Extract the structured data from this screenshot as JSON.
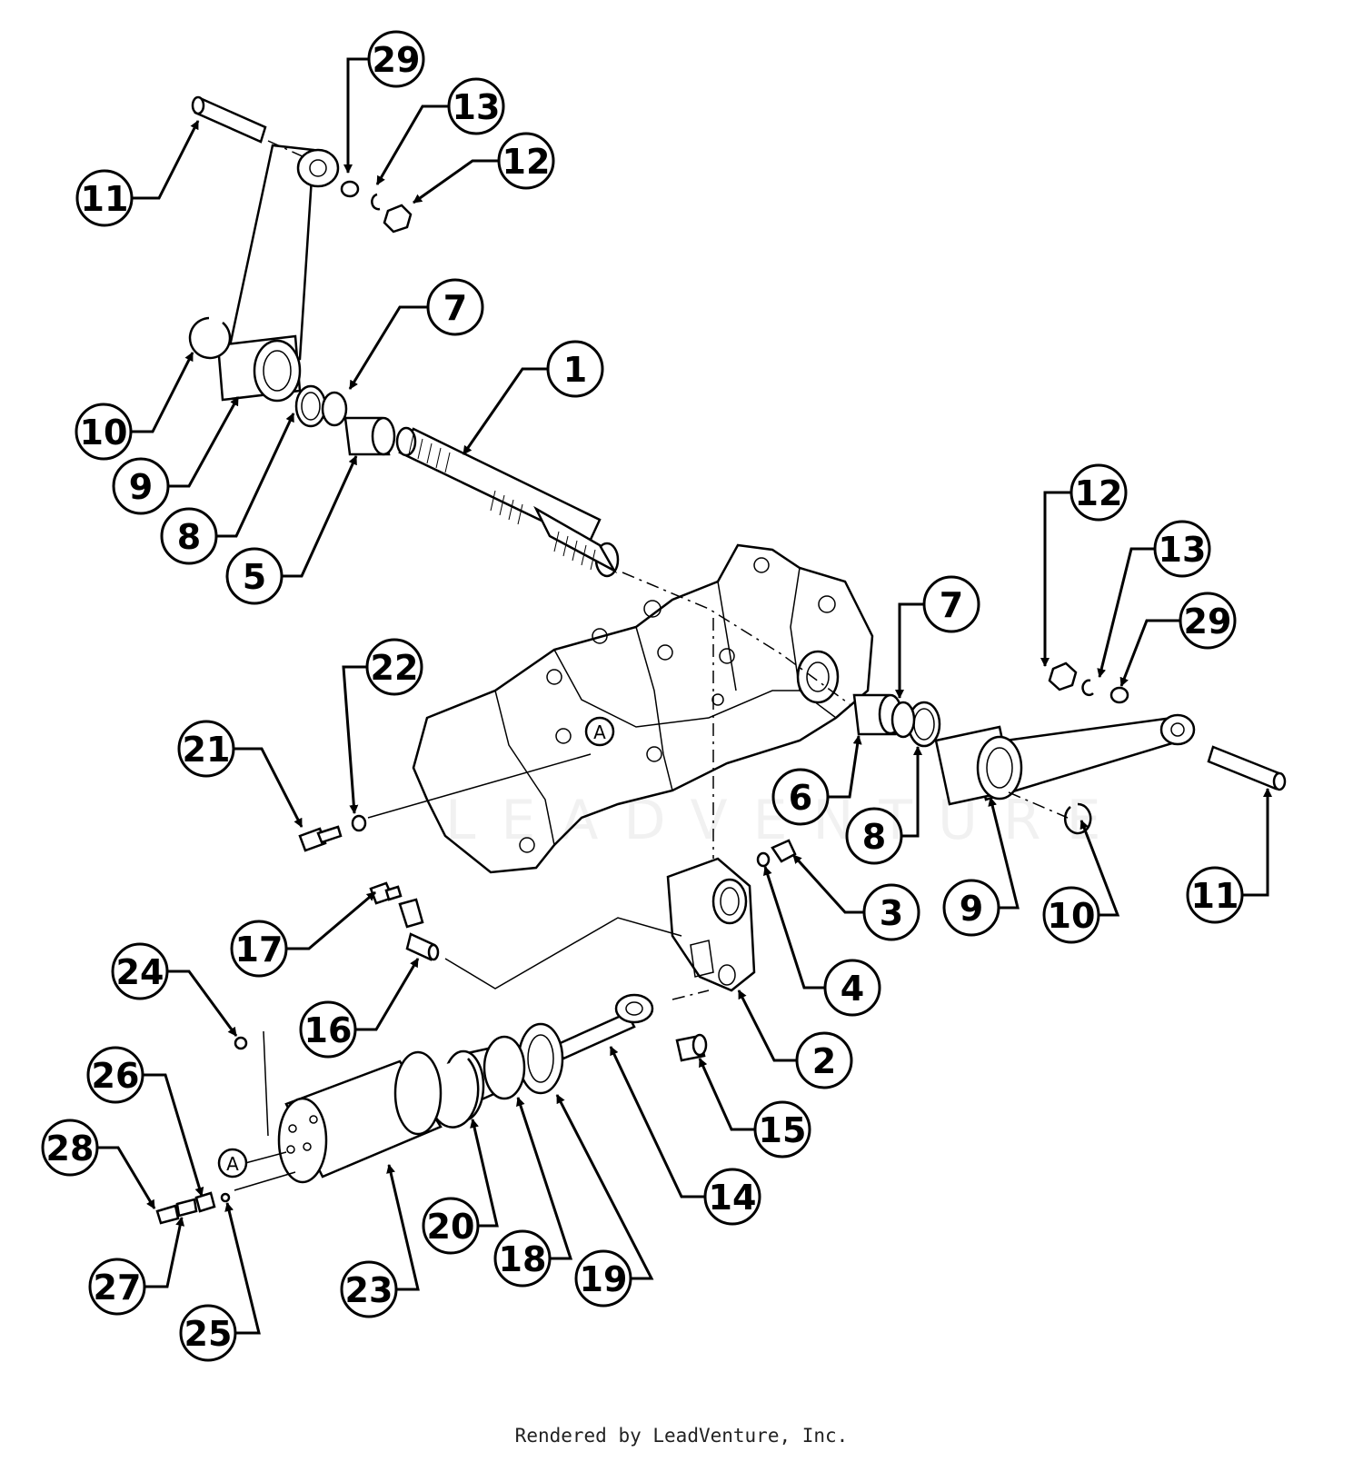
{
  "footer": "Rendered by LeadVenture, Inc.",
  "watermark": "LEADVENTURE",
  "ref_marker": "A",
  "callouts": [
    {
      "id": "c29a",
      "label": "29"
    },
    {
      "id": "c13a",
      "label": "13"
    },
    {
      "id": "c12a",
      "label": "12"
    },
    {
      "id": "c11a",
      "label": "11"
    },
    {
      "id": "c7a",
      "label": "7"
    },
    {
      "id": "c1",
      "label": "1"
    },
    {
      "id": "c10a",
      "label": "10"
    },
    {
      "id": "c9a",
      "label": "9"
    },
    {
      "id": "c8a",
      "label": "8"
    },
    {
      "id": "c5",
      "label": "5"
    },
    {
      "id": "c12b",
      "label": "12"
    },
    {
      "id": "c13b",
      "label": "13"
    },
    {
      "id": "c29b",
      "label": "29"
    },
    {
      "id": "c7b",
      "label": "7"
    },
    {
      "id": "c22",
      "label": "22"
    },
    {
      "id": "c21",
      "label": "21"
    },
    {
      "id": "c6",
      "label": "6"
    },
    {
      "id": "c8b",
      "label": "8"
    },
    {
      "id": "c3",
      "label": "3"
    },
    {
      "id": "c9b",
      "label": "9"
    },
    {
      "id": "c10b",
      "label": "10"
    },
    {
      "id": "c11b",
      "label": "11"
    },
    {
      "id": "c17",
      "label": "17"
    },
    {
      "id": "c24",
      "label": "24"
    },
    {
      "id": "c16",
      "label": "16"
    },
    {
      "id": "c4",
      "label": "4"
    },
    {
      "id": "c2",
      "label": "2"
    },
    {
      "id": "c26",
      "label": "26"
    },
    {
      "id": "c15",
      "label": "15"
    },
    {
      "id": "c28",
      "label": "28"
    },
    {
      "id": "c14",
      "label": "14"
    },
    {
      "id": "c20",
      "label": "20"
    },
    {
      "id": "c18",
      "label": "18"
    },
    {
      "id": "c19",
      "label": "19"
    },
    {
      "id": "c27",
      "label": "27"
    },
    {
      "id": "c23",
      "label": "23"
    },
    {
      "id": "c25",
      "label": "25"
    }
  ]
}
